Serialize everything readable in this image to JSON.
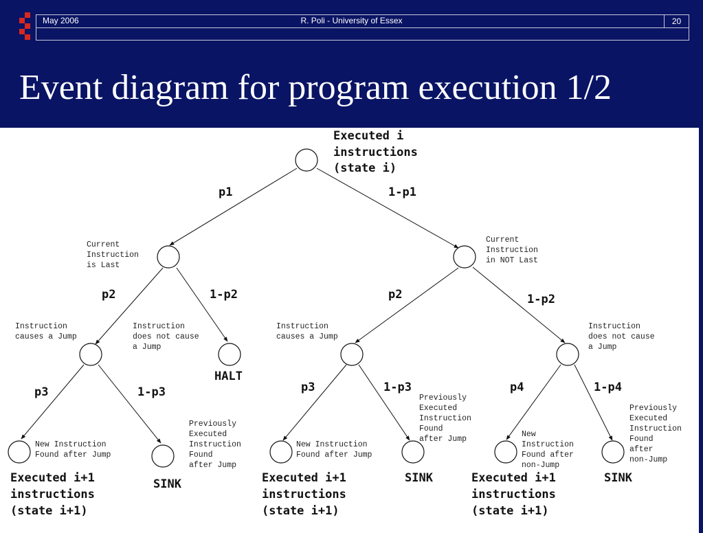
{
  "header": {
    "date": "May 2006",
    "center": "R. Poli - University of Essex",
    "page_number": "20"
  },
  "title": "Event diagram for program execution 1/2",
  "colors": {
    "header_bg": "#0a1464",
    "logo_red": "#d8281e"
  },
  "diagram": {
    "root": [
      "Executed i",
      "instructions",
      "(state i)"
    ],
    "edges": {
      "root_left": "p1",
      "root_right": "1-p1",
      "last_left": "p2",
      "last_right": "1-p2",
      "notlast_left": "p2",
      "notlast_right": "1-p2",
      "jump1_left": "p3",
      "jump1_right": "1-p3",
      "jump2_left": "p3",
      "jump2_right": "1-p3",
      "nojump_left": "p4",
      "nojump_right": "1-p4"
    },
    "notes": {
      "last": [
        "Current",
        "Instruction",
        "is Last"
      ],
      "not_last": [
        "Current",
        "Instruction",
        "in NOT Last"
      ],
      "jump1": [
        "Instruction",
        "causes a Jump"
      ],
      "no_jump1": [
        "Instruction",
        "does not cause",
        "a Jump"
      ],
      "jump2": [
        "Instruction",
        "causes a Jump"
      ],
      "no_jump2": [
        "Instruction",
        "does not cause",
        "a Jump"
      ],
      "found1": [
        "New Instruction",
        "Found after Jump"
      ],
      "prev1": [
        "Previously",
        "Executed",
        "Instruction",
        "Found",
        "after Jump"
      ],
      "found2": [
        "New Instruction",
        "Found after Jump"
      ],
      "prev2": [
        "Previously",
        "Executed",
        "Instruction",
        "Found",
        "after Jump"
      ],
      "found3": [
        "New",
        "Instruction",
        "Found after",
        "non-Jump"
      ],
      "prev3": [
        "Previously",
        "Executed",
        "Instruction",
        "Found",
        "after",
        "non-Jump"
      ]
    },
    "outcomes": {
      "halt": "HALT",
      "exec1": [
        "Executed i+1",
        "instructions",
        "(state i+1)"
      ],
      "sink1": "SINK",
      "exec2": [
        "Executed i+1",
        "instructions",
        "(state i+1)"
      ],
      "sink2": "SINK",
      "exec3": [
        "Executed i+1",
        "instructions",
        "(state i+1)"
      ],
      "sink3": "SINK"
    }
  }
}
